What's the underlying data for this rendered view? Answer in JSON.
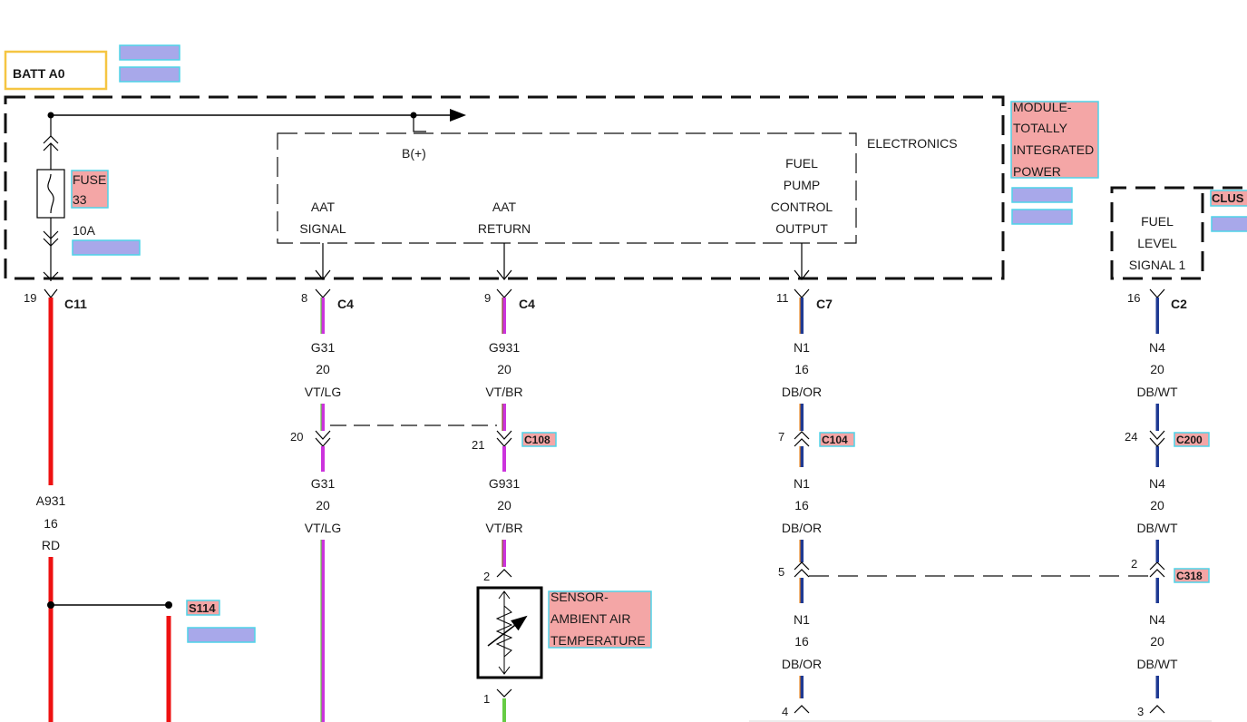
{
  "colors": {
    "red": "#ee1111",
    "violet": "#cc33dd",
    "light_green": "#66cc44",
    "dark_blue": "#1f3a93",
    "orange": "#ee8822",
    "white": "#ffffff",
    "brown": "#8b5a2b",
    "hotspot_fill": "#f4a6a6",
    "hotspot_border": "#4fd4e8",
    "placeholder_fill": "#a8a8ea",
    "batt_border": "#f5c542"
  },
  "batt": {
    "label": "BATT A0"
  },
  "module": {
    "name_lines": [
      "MODULE-",
      "TOTALLY",
      "INTEGRATED",
      "POWER"
    ],
    "electronics_label": "ELECTRONICS",
    "bplus_label": "B(+)",
    "fuse": {
      "name_lines": [
        "FUSE",
        "33"
      ],
      "rating": "10A"
    },
    "pins": {
      "aat_signal": [
        "AAT",
        "SIGNAL"
      ],
      "aat_return": [
        "AAT",
        "RETURN"
      ],
      "fuel_pump": [
        "FUEL",
        "PUMP",
        "CONTROL",
        "OUTPUT"
      ]
    }
  },
  "cluster": {
    "name": "CLUS",
    "pin": [
      "FUEL",
      "LEVEL",
      "SIGNAL 1"
    ]
  },
  "connectors": {
    "c11": {
      "pin": "19",
      "name": "C11"
    },
    "c4a": {
      "pin": "8",
      "name": "C4"
    },
    "c4b": {
      "pin": "9",
      "name": "C4"
    },
    "c7": {
      "pin": "11",
      "name": "C7"
    },
    "c2": {
      "pin": "16",
      "name": "C2"
    },
    "c108": {
      "pin_left": "20",
      "pin_right": "21",
      "name": "C108"
    },
    "c104": {
      "pin": "7",
      "name": "C104"
    },
    "c200": {
      "pin": "24",
      "name": "C200"
    },
    "c318": {
      "pin_left": "5",
      "pin_right": "2",
      "name": "C318"
    },
    "sensor_top_pin": "2",
    "sensor_bottom_pin": "1",
    "n1_bottom_pin": "4",
    "n4_bottom_pin": "3"
  },
  "splice": {
    "name": "S114"
  },
  "sensor": {
    "name_lines": [
      "SENSOR-",
      "AMBIENT AIR",
      "TEMPERATURE"
    ]
  },
  "wires": {
    "a931": [
      "A931",
      "16",
      "RD"
    ],
    "g31_1": [
      "G31",
      "20",
      "VT/LG"
    ],
    "g31_2": [
      "G31",
      "20",
      "VT/LG"
    ],
    "g931_1": [
      "G931",
      "20",
      "VT/BR"
    ],
    "g931_2": [
      "G931",
      "20",
      "VT/BR"
    ],
    "n1_1": [
      "N1",
      "16",
      "DB/OR"
    ],
    "n1_2": [
      "N1",
      "16",
      "DB/OR"
    ],
    "n1_3": [
      "N1",
      "16",
      "DB/OR"
    ],
    "n4_1": [
      "N4",
      "20",
      "DB/WT"
    ],
    "n4_2": [
      "N4",
      "20",
      "DB/WT"
    ],
    "n4_3": [
      "N4",
      "20",
      "DB/WT"
    ]
  }
}
